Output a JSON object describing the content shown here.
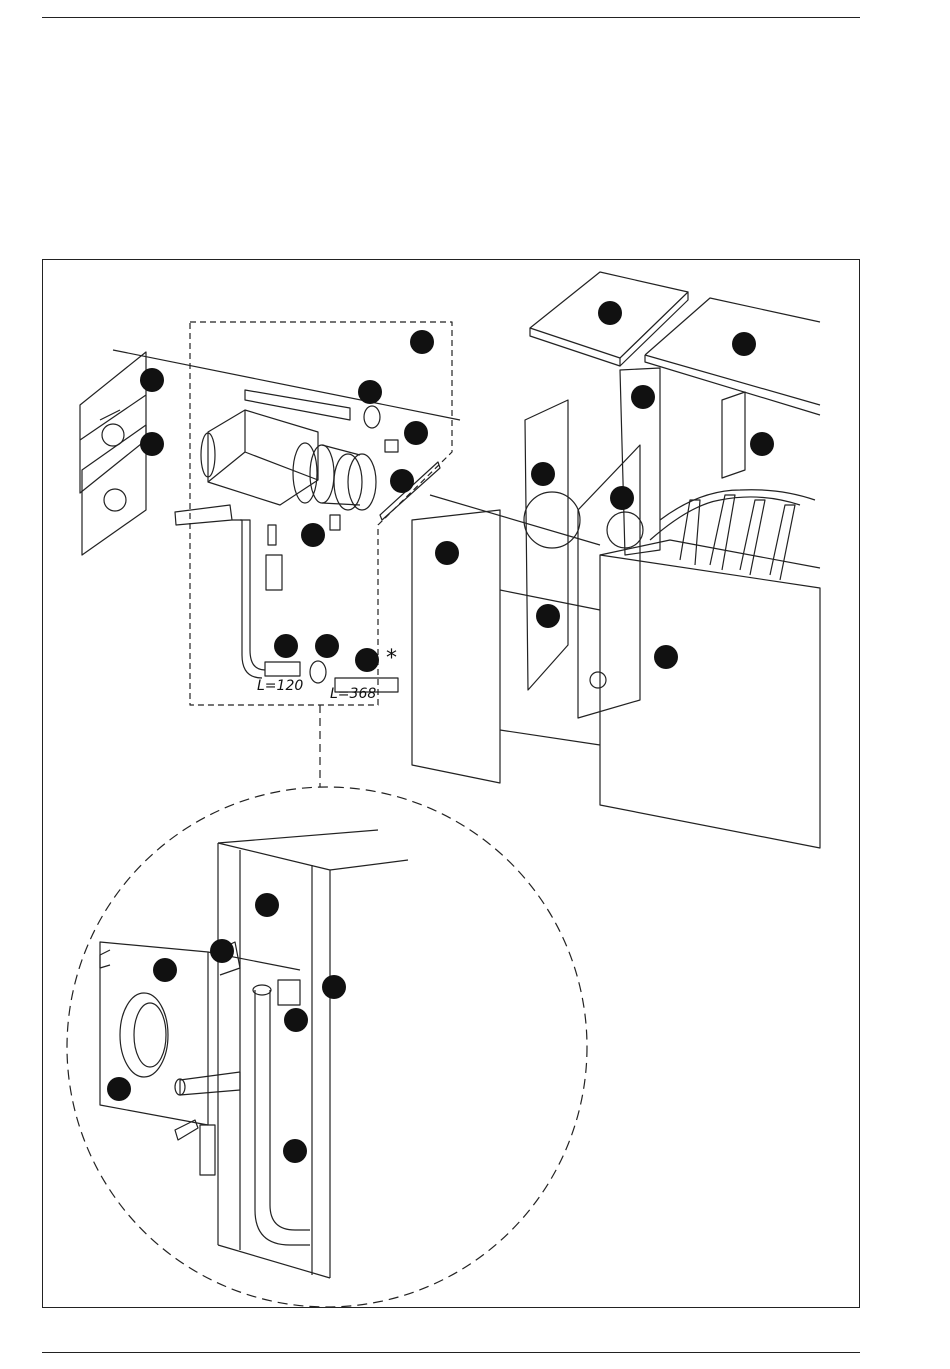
{
  "dimension_labels": {
    "short_pipe": "L=120",
    "long_pipe": "L=368"
  },
  "mark": "*",
  "callout_count": 27,
  "colors": {
    "line": "#222222",
    "callout": "#111111",
    "background": "#ffffff"
  }
}
